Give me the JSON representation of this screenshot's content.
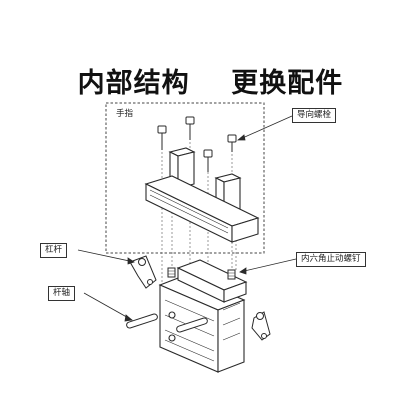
{
  "heading": {
    "left": "内部结构",
    "right": "更换配件"
  },
  "labels": {
    "finger": "手指",
    "guide_bolt": "导向螺栓",
    "lever": "杠杆",
    "hex_set_screw": "内六角止动螺钉",
    "lever_shaft": "杆轴"
  },
  "colors": {
    "line": "#2a2a2a",
    "fill": "#ffffff",
    "dashed": "#444444"
  }
}
